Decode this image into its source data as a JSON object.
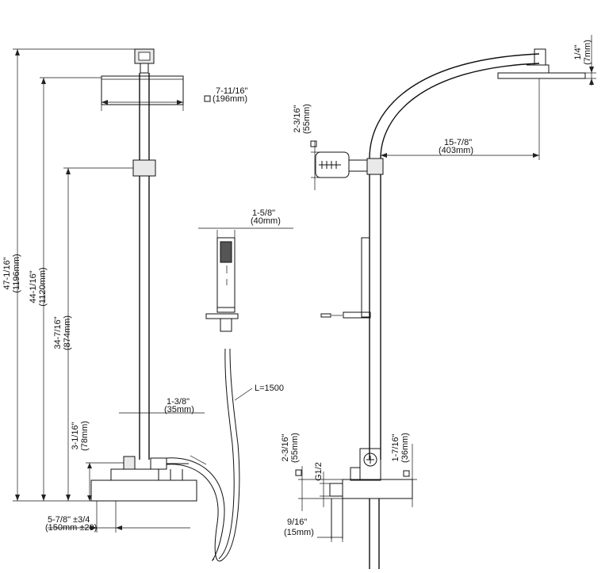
{
  "front_view": {
    "overall_height": {
      "imperial": "47-1/16\"",
      "metric": "(1196mm)"
    },
    "height_to_head": {
      "imperial": "44-1/16\"",
      "metric": "(1120mm)"
    },
    "height_to_bracket": {
      "imperial": "34-7/16\"",
      "metric": "(874mm)"
    },
    "valve_height": {
      "imperial": "3-1/16\"",
      "metric": "(78mm)"
    },
    "head_size": {
      "imperial": "7-11/16\"",
      "metric": "(196mm)"
    },
    "pipe_offset": {
      "imperial": "1-3/8\"",
      "metric": "(35mm)"
    },
    "inlet_spacing": {
      "imperial": "5-7/8\" ±3/4",
      "metric": "(150mm ±20)"
    }
  },
  "handshower": {
    "width": {
      "imperial": "1-5/8\"",
      "metric": "(40mm)"
    },
    "hose_length": "L=1500"
  },
  "side_view": {
    "head_thickness": {
      "imperial": "1/4\"",
      "metric": "(7mm)"
    },
    "arm_reach": {
      "imperial": "15-7/8\"",
      "metric": "(403mm)"
    },
    "bracket_depth": {
      "imperial": "2-3/16\"",
      "metric": "(55mm)"
    },
    "valve_depth": {
      "imperial": "2-3/16\"",
      "metric": "(55mm)"
    },
    "thread": "G1/2",
    "outlet_offset": {
      "imperial": "1-7/16\"",
      "metric": "(36mm)"
    },
    "wall_offset": {
      "imperial": "9/16\"",
      "metric": "(15mm)"
    }
  }
}
